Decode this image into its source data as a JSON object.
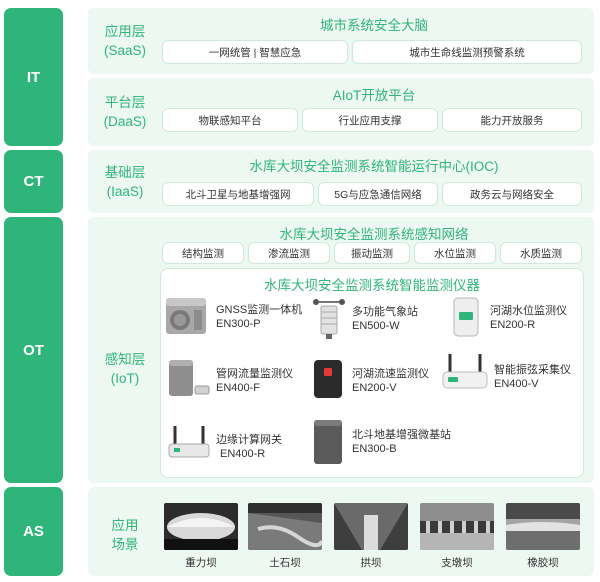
{
  "sidebar": [
    "IT",
    "CT",
    "OT",
    "AS"
  ],
  "saas": {
    "label_line1": "应用层",
    "label_line2": "(SaaS)",
    "title": "城市系统安全大脑",
    "items": [
      "一网统管 | 智慧应急",
      "城市生命线监测预警系统"
    ]
  },
  "daas": {
    "label_line1": "平台层",
    "label_line2": "(DaaS)",
    "title": "AIoT开放平台",
    "items": [
      "物联感知平台",
      "行业应用支撑",
      "能力开放服务"
    ]
  },
  "iaas": {
    "label_line1": "基础层",
    "label_line2": "(IaaS)",
    "title": "水库大坝安全监测系统智能运行中心(IOC)",
    "items": [
      "北斗卫星与地基增强网",
      "5G与应急通信网络",
      "政务云与网络安全"
    ]
  },
  "iot": {
    "label_line1": "感知层",
    "label_line2": "(IoT)",
    "title": "水库大坝安全监测系统感知网络",
    "items": [
      "结构监测",
      "渗流监测",
      "振动监测",
      "水位监测",
      "水质监测"
    ],
    "instruments_title": "水库大坝安全监测系统智能监测仪器",
    "devices": [
      {
        "name": "GNSS监测一体机",
        "model": "EN300-P",
        "icon": "gnss-device-icon"
      },
      {
        "name": "多功能气象站",
        "model": "EN500-W",
        "icon": "weather-station-icon"
      },
      {
        "name": "河湖水位监测仪",
        "model": "EN200-R",
        "icon": "water-level-meter-icon"
      },
      {
        "name": "管网流量监测仪",
        "model": "EN400-F",
        "icon": "flow-meter-icon"
      },
      {
        "name": "河湖流速监测仪",
        "model": "EN200-V",
        "icon": "velocity-meter-icon"
      },
      {
        "name": "智能振弦采集仪",
        "model": "EN400-V",
        "icon": "vibrating-wire-collector-icon"
      },
      {
        "name": "边缘计算网关",
        "model": "EN400-R",
        "icon": "edge-gateway-icon"
      },
      {
        "name": "北斗地基增强微基站",
        "model": "EN300-B",
        "icon": "beidou-base-station-icon"
      }
    ]
  },
  "scenes": {
    "label_line1": "应用",
    "label_line2": "场景",
    "items": [
      "重力坝",
      "土石坝",
      "拱坝",
      "支墩坝",
      "橡胶坝"
    ]
  },
  "colors": {
    "accent": "#2fb57a",
    "panel": "#eef8f2",
    "pill_border": "#cfe9da"
  }
}
